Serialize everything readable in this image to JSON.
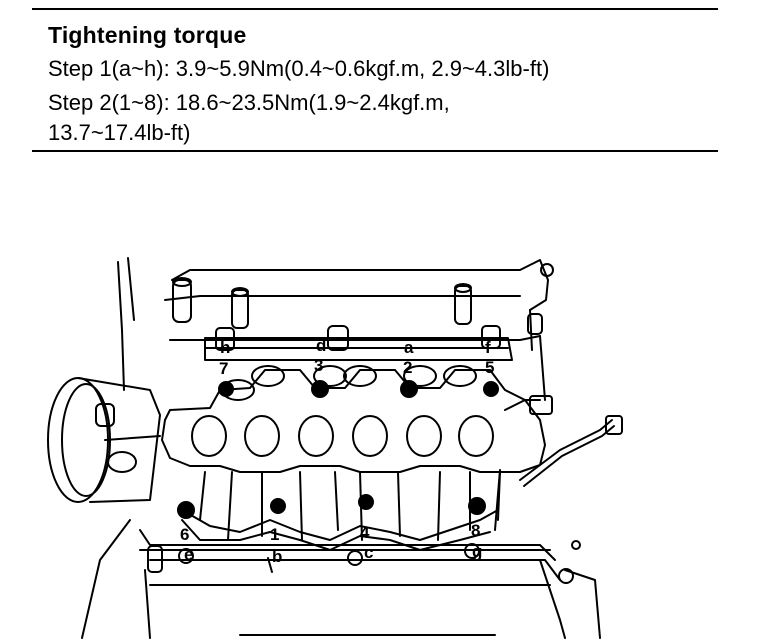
{
  "spec": {
    "title": "Tightening torque",
    "step1": "Step 1(a~h): 3.9~5.9Nm(0.4~0.6kgf.m, 2.9~4.3lb-ft)",
    "step2": "Step 2(1~8): 18.6~23.5Nm(1.9~2.4kgf.m,",
    "step2_cont": "13.7~17.4lb-ft)"
  },
  "diagram": {
    "bolt_labels_letters": [
      "a",
      "b",
      "c",
      "d",
      "e",
      "f",
      "g",
      "h"
    ],
    "bolt_labels_numbers": [
      "1",
      "2",
      "3",
      "4",
      "5",
      "6",
      "7",
      "8"
    ]
  }
}
